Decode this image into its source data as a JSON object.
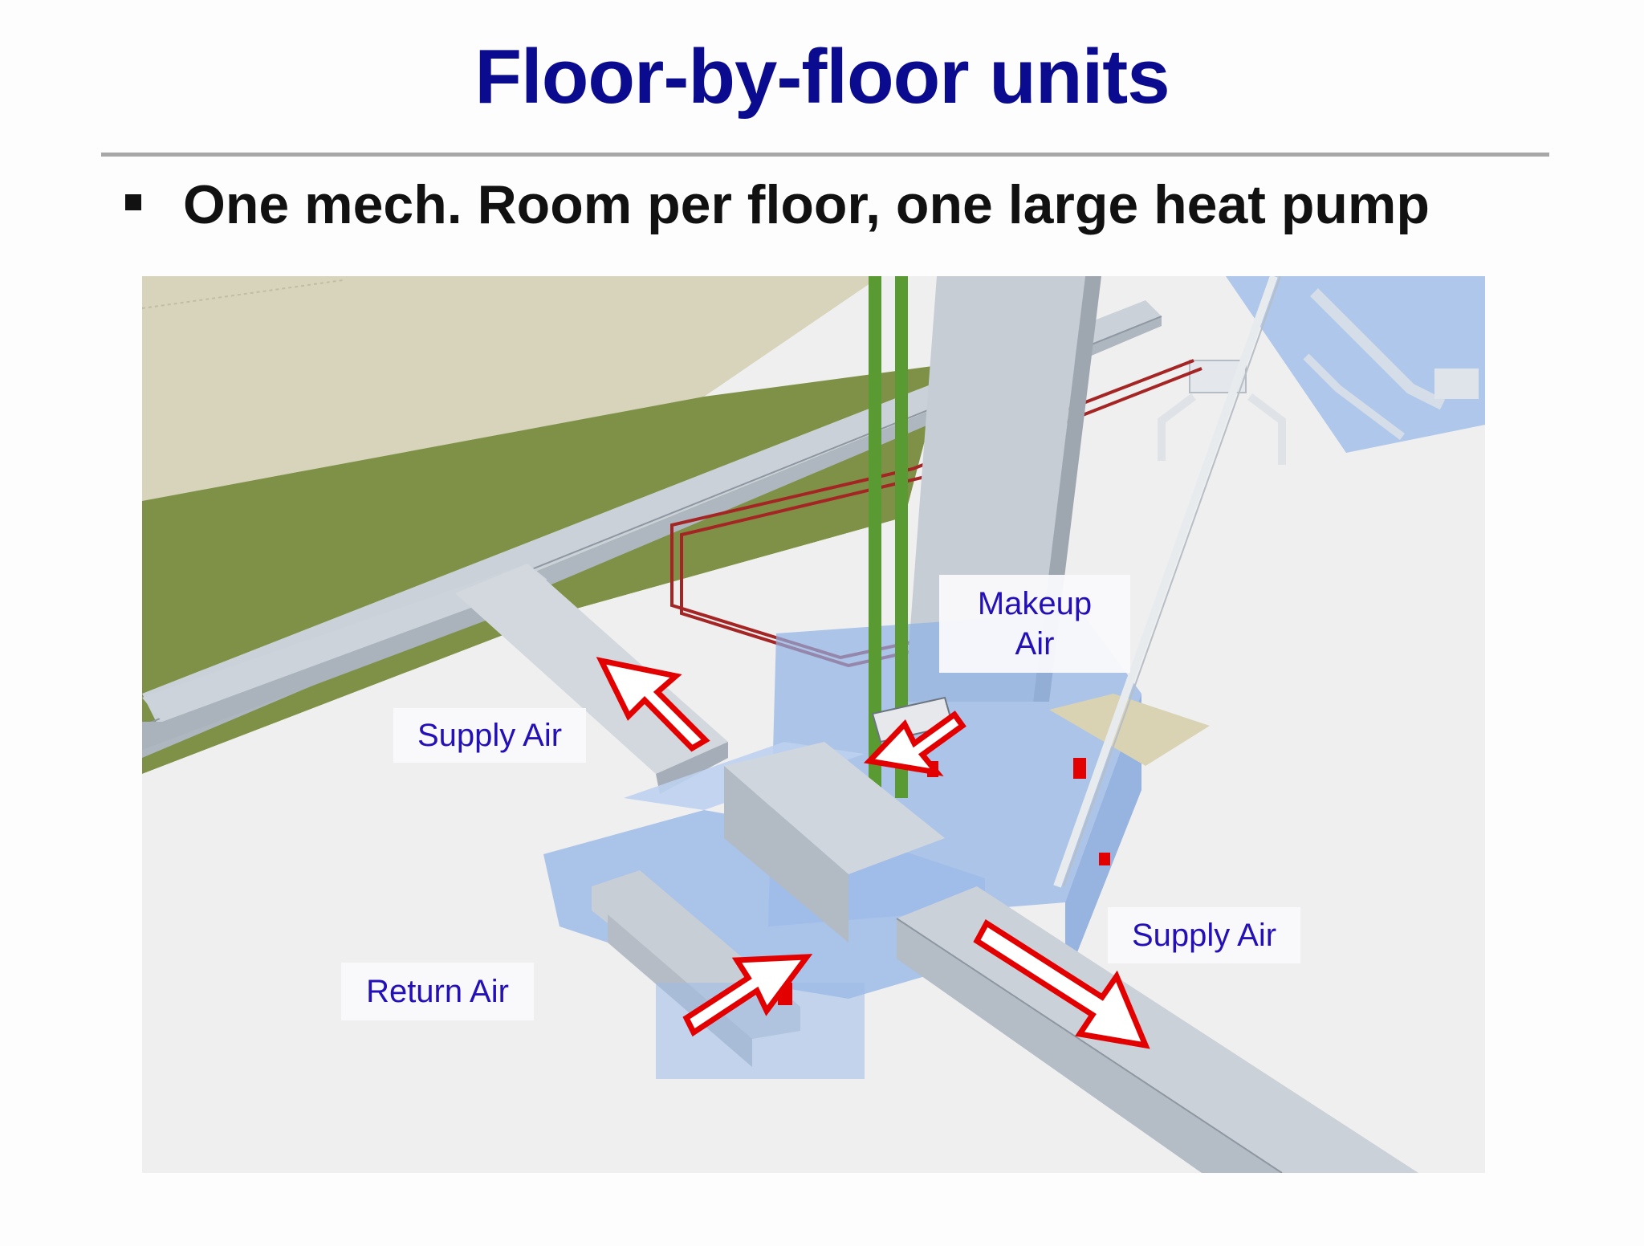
{
  "slide": {
    "title": "Floor-by-floor units",
    "bullet": "One mech. Room per floor, one large heat pump"
  },
  "figure": {
    "labels": {
      "supply_air_left": "Supply Air",
      "makeup_air_line1": "Makeup",
      "makeup_air_line2": "Air",
      "supply_air_right": "Supply Air",
      "return_air": "Return Air"
    }
  },
  "colors": {
    "title": "#0b0b8f",
    "label_text": "#2410b8",
    "arrow": "#e30000",
    "pipe": "#5a9a32",
    "glass": "#8fb2e6",
    "grass": "#7e9146"
  }
}
